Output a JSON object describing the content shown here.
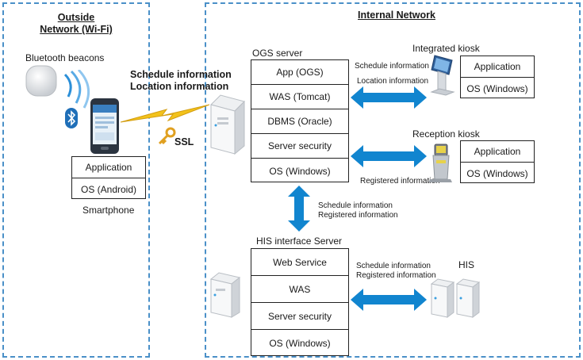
{
  "outside": {
    "title_line1": "Outside",
    "title_line2": "Network (Wi-Fi)"
  },
  "internal": {
    "title": "Internal Network"
  },
  "beacons": {
    "label": "Bluetooth beacons"
  },
  "transfer": {
    "line1": "Schedule information",
    "line2": "Location information",
    "ssl": "SSL"
  },
  "smartphone": {
    "layers": [
      "Application",
      "OS (Android)"
    ],
    "label": "Smartphone"
  },
  "ogs": {
    "label": "OGS server",
    "layers": [
      "App (OGS)",
      "WAS (Tomcat)",
      "DBMS (Oracle)",
      "Server security",
      "OS (Windows)"
    ]
  },
  "integrated_kiosk": {
    "label": "Integrated kiosk",
    "layers": [
      "Application",
      "OS (Windows)"
    ],
    "flow_line1": "Schedule information",
    "flow_line2": "Location information"
  },
  "reception_kiosk": {
    "label": "Reception kiosk",
    "layers": [
      "Application",
      "OS (Windows)"
    ],
    "flow": "Registered information"
  },
  "ogs_his_flow": {
    "line1": "Schedule information",
    "line2": "Registered information"
  },
  "his_interface": {
    "label": "HIS interface Server",
    "layers": [
      "Web Service",
      "WAS",
      "Server security",
      "OS (Windows)"
    ]
  },
  "his": {
    "label": "HIS",
    "flow_line1": "Schedule information",
    "flow_line2": "Registered information"
  },
  "colors": {
    "zone_border": "#4a90c8",
    "arrow": "#1185cf",
    "lightning": "#f2c21b"
  },
  "icons": [
    "beacon-icon",
    "wifi-signal-icon",
    "bluetooth-icon",
    "smartphone-icon",
    "lightning-icon",
    "key-icon",
    "server-icon",
    "kiosk-icon"
  ]
}
